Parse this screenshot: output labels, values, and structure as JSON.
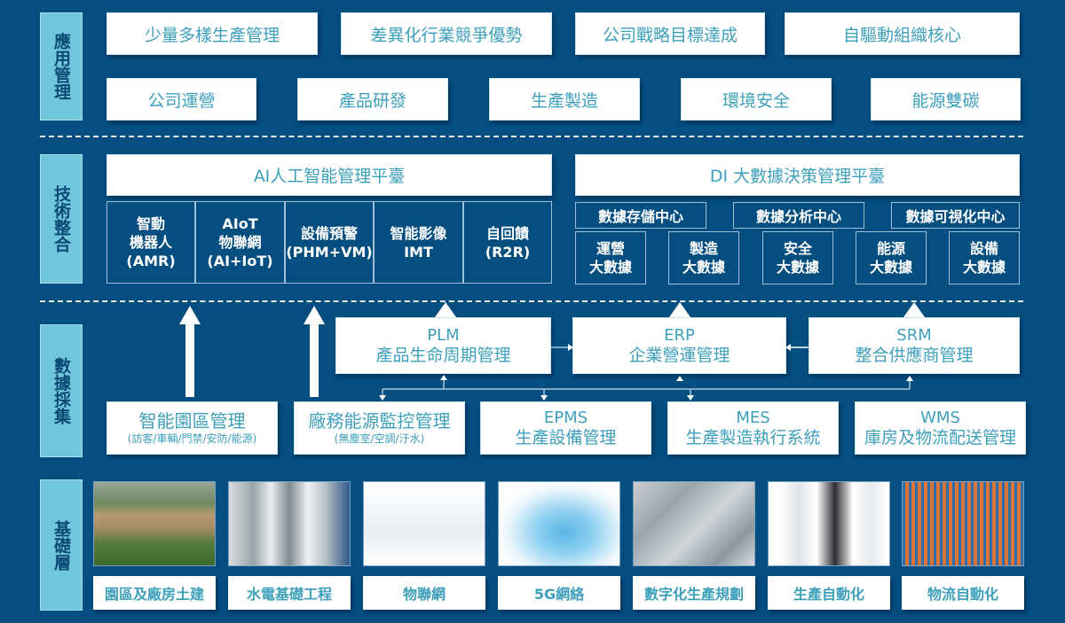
{
  "layers": {
    "application": "應用管理",
    "technology": "技術整合",
    "data_collection": "數據採集",
    "foundation": "基礎層"
  },
  "application": {
    "goals": [
      "少量多樣生產管理",
      "差異化行業競爭優勢",
      "公司戰略目標達成",
      "自驅動組織核心"
    ],
    "domains": [
      "公司運營",
      "產品研發",
      "生產製造",
      "環境安全",
      "能源雙碳"
    ]
  },
  "technology": {
    "ai_platform": {
      "title": "AI人工智能管理平臺",
      "modules": [
        {
          "lines": [
            "智動",
            "機器人",
            "(AMR)"
          ]
        },
        {
          "lines": [
            "AIoT",
            "物聯網",
            "(AI+IoT)"
          ]
        },
        {
          "lines": [
            "設備預警",
            "(PHM+VM)"
          ]
        },
        {
          "lines": [
            "智能影像",
            "IMT"
          ]
        },
        {
          "lines": [
            "自回饋",
            "(R2R)"
          ]
        }
      ]
    },
    "di_platform": {
      "title": "DI 大數據決策管理平臺",
      "centers": [
        "數據存儲中心",
        "數據分析中心",
        "數據可視化中心"
      ],
      "bigdata": [
        {
          "lines": [
            "運營",
            "大數據"
          ]
        },
        {
          "lines": [
            "製造",
            "大數據"
          ]
        },
        {
          "lines": [
            "安全",
            "大數據"
          ]
        },
        {
          "lines": [
            "能源",
            "大數據"
          ]
        },
        {
          "lines": [
            "設備",
            "大數據"
          ]
        }
      ]
    }
  },
  "data_collection": {
    "upper_systems": [
      {
        "code": "PLM",
        "name": "產品生命周期管理"
      },
      {
        "code": "ERP",
        "name": "企業營運管理"
      },
      {
        "code": "SRM",
        "name": "整合供應商管理"
      }
    ],
    "lower_systems": [
      {
        "name": "智能園區管理",
        "sub": "(訪客/車輛/門禁/安防/能源)"
      },
      {
        "name": "廠務能源監控管理",
        "sub": "(無塵室/空調/汙水)"
      },
      {
        "code": "EPMS",
        "name": "生產設備管理"
      },
      {
        "code": "MES",
        "name": "生產製造執行系統"
      },
      {
        "code": "WMS",
        "name": "庫房及物流配送管理"
      }
    ]
  },
  "foundation": {
    "items": [
      {
        "label": "園區及廠房土建",
        "image": "aerial-factory-photo"
      },
      {
        "label": "水電基礎工程",
        "image": "utility-piping-photo"
      },
      {
        "label": "物聯網",
        "image": "iot-network-diagram"
      },
      {
        "label": "5G網絡",
        "image": "5g-campus-illustration"
      },
      {
        "label": "數字化生產規劃",
        "image": "digital-factory-layout"
      },
      {
        "label": "生產自動化",
        "image": "automation-machines-photo"
      },
      {
        "label": "物流自動化",
        "image": "warehouse-racks-photo"
      }
    ]
  },
  "colors": {
    "background": "#044e80",
    "layer_label": "#72c6db",
    "accent_text": "#3e9fbb",
    "box": "#ffffff"
  }
}
